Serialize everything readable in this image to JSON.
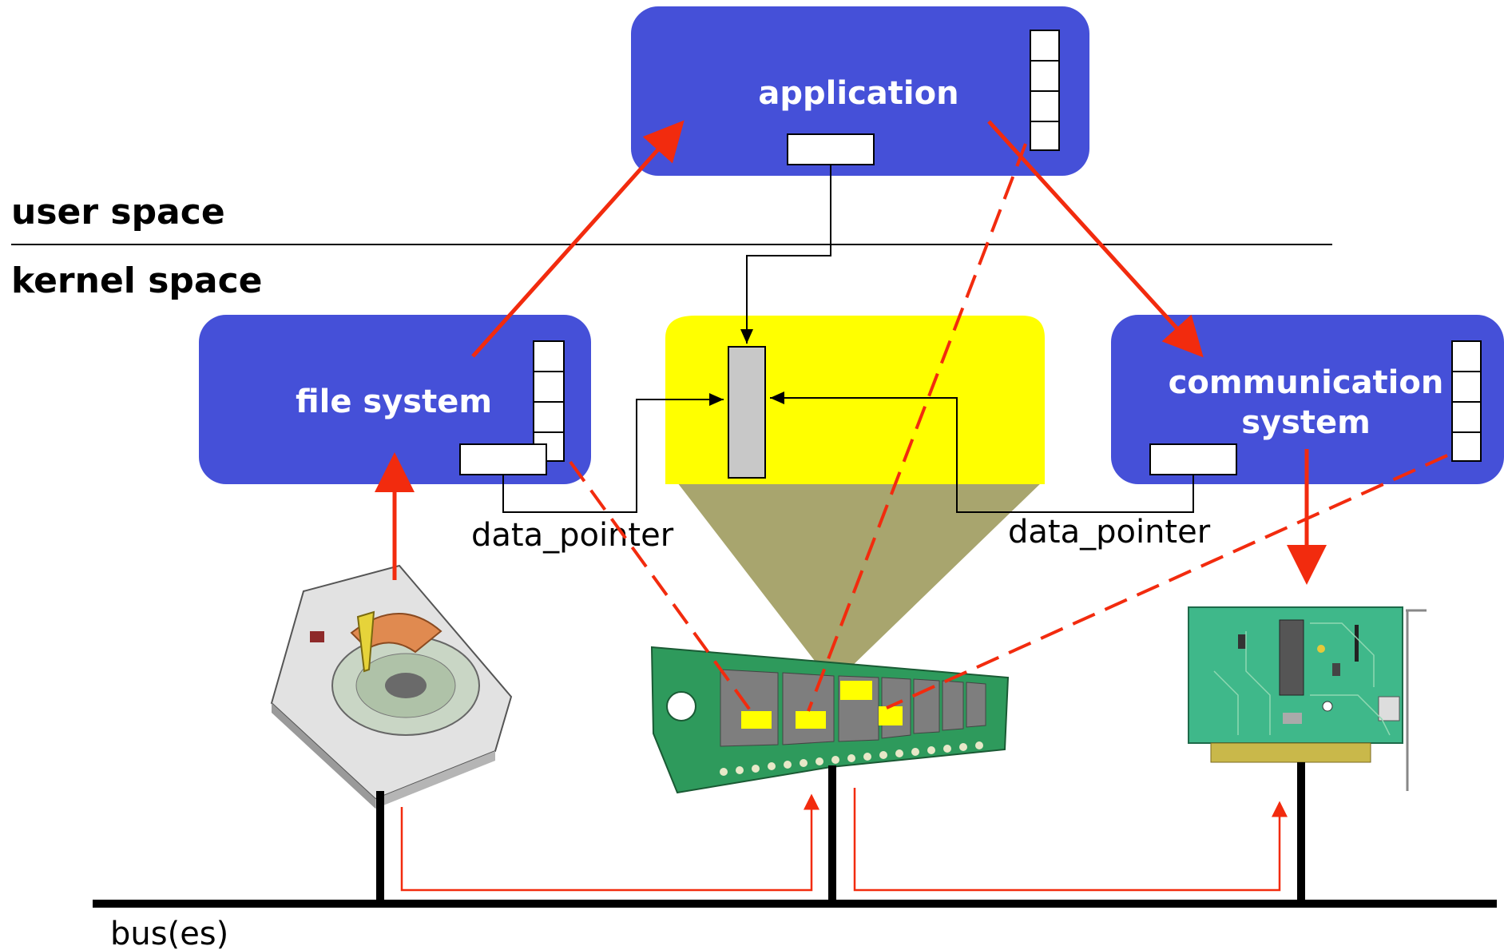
{
  "labels": {
    "application": "application",
    "user_space": "user space",
    "kernel_space": "kernel space",
    "file_system": "file system",
    "communication_line1": "communication",
    "communication_line2": "system",
    "data_pointer_left": "data_pointer",
    "data_pointer_right": "data_pointer",
    "bus": "bus(es)"
  },
  "colors": {
    "process_box": "#4550D8",
    "kernel_buffer": "#FFFF00",
    "memory_cone": "#A8A56E",
    "red_arrow": "#F22B0E",
    "nic_board": "#3FB88A",
    "ram_board": "#2E9A5C"
  },
  "icons": {
    "disk": "hard-disk-icon",
    "memory": "ram-module-icon",
    "network": "network-card-icon"
  }
}
